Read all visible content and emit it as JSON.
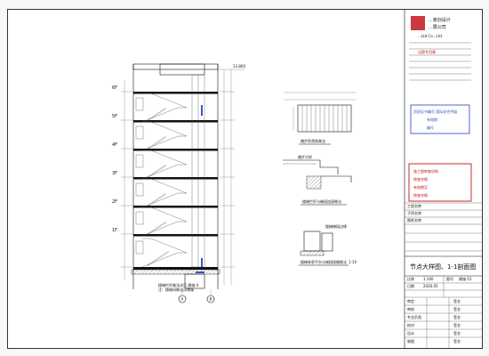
{
  "company": {
    "name_line1": "...家创设计",
    "name_line2": "...限公司",
    "name_en": "...Ltd Co., Ltd.",
    "seal_text": "出图专用章"
  },
  "stamp_blue": {
    "line1": "资质证书编号 国际综合甲级",
    "line2": "有效期",
    "line3": "编号"
  },
  "stamp_red": {
    "line1": "施工图审查机构",
    "line2": "审查合格",
    "line3": "有效期至",
    "line4": "审查合格"
  },
  "sheet_title": "节点大样图、1-1剖面图",
  "elevation": {
    "top_level": "13.800",
    "floor_labels": [
      "6F",
      "5F",
      "4F",
      "3F",
      "2F",
      "1F"
    ],
    "axis_left": "A",
    "axis_right": "B",
    "note_lines": [
      "楼梯栏杆做法详见 建施-X",
      "注：楼梯间做法详建施"
    ]
  },
  "details": {
    "detail1_title": "踏步防滑条做法",
    "detail2_title": "踏步大样",
    "detail3_title": "楼梯栏杆与梯段连接做法",
    "detail4_title": "楼梯梯段边缘",
    "detail5_title": "楼梯休息平台与梯段接缝做法",
    "detail5_scale": "1:10"
  },
  "title_block": {
    "rows": [
      {
        "label": "工程名称",
        "value": ""
      },
      {
        "label": "子项名称",
        "value": ""
      },
      {
        "label": "图纸名称",
        "value": ""
      }
    ],
    "sheet_no_label": "图号",
    "sheet_no": "建施-15",
    "scale_label": "比例",
    "scale": "1:100",
    "date_label": "日期",
    "date": "2020.05",
    "sign_rows": [
      {
        "label": "审定",
        "sig": "签名"
      },
      {
        "label": "审核",
        "sig": "签名"
      },
      {
        "label": "专业负责",
        "sig": "签名"
      },
      {
        "label": "校对",
        "sig": "签名"
      },
      {
        "label": "设计",
        "sig": "签名"
      },
      {
        "label": "制图",
        "sig": "签名"
      }
    ]
  }
}
